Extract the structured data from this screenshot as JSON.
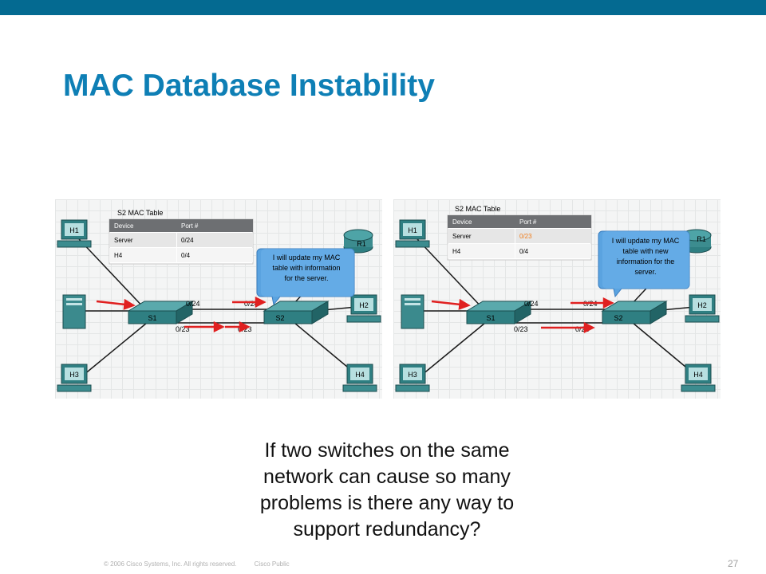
{
  "slide": {
    "title": "MAC Database Instability",
    "caption_lines": [
      "If two switches on the same",
      "network can cause so many",
      "problems is there any way to",
      "support redundancy?"
    ],
    "footer_copyright": "© 2006 Cisco Systems, Inc. All rights reserved.",
    "footer_classification": "Cisco Public",
    "page_number": "27",
    "colors": {
      "topbar": "#046a91",
      "title": "#0e7fb5",
      "arrow": "#e02020",
      "changed_port": "#f07c1a"
    }
  },
  "panels": [
    {
      "table_title": "S2 MAC Table",
      "headers": [
        "Device",
        "Port #"
      ],
      "rows": [
        [
          "Server",
          "0/24"
        ],
        [
          "H4",
          "0/4"
        ]
      ],
      "callout_lines": [
        "I will update my MAC",
        "table with information",
        "for the server."
      ],
      "hosts": [
        "H1",
        "H2",
        "H3",
        "H4"
      ],
      "router": "R1",
      "switches": [
        "S1",
        "S2"
      ],
      "port_labels": {
        "s1_top": "0/24",
        "s2_top": "0/24",
        "s1_bottom": "0/23",
        "s2_bottom": "0/23"
      }
    },
    {
      "table_title": "S2 MAC Table",
      "headers": [
        "Device",
        "Port #"
      ],
      "rows": [
        [
          "Server",
          "0/23"
        ],
        [
          "H4",
          "0/4"
        ]
      ],
      "callout_lines": [
        "I will update my MAC",
        "table with new",
        "information for the",
        "server."
      ],
      "hosts": [
        "H1",
        "H2",
        "H3",
        "H4"
      ],
      "router": "R1",
      "switches": [
        "S1",
        "S2"
      ],
      "port_labels": {
        "s1_top": "0/24",
        "s2_top": "0/24",
        "s1_bottom": "0/23",
        "s2_bottom": "0/23"
      }
    }
  ]
}
